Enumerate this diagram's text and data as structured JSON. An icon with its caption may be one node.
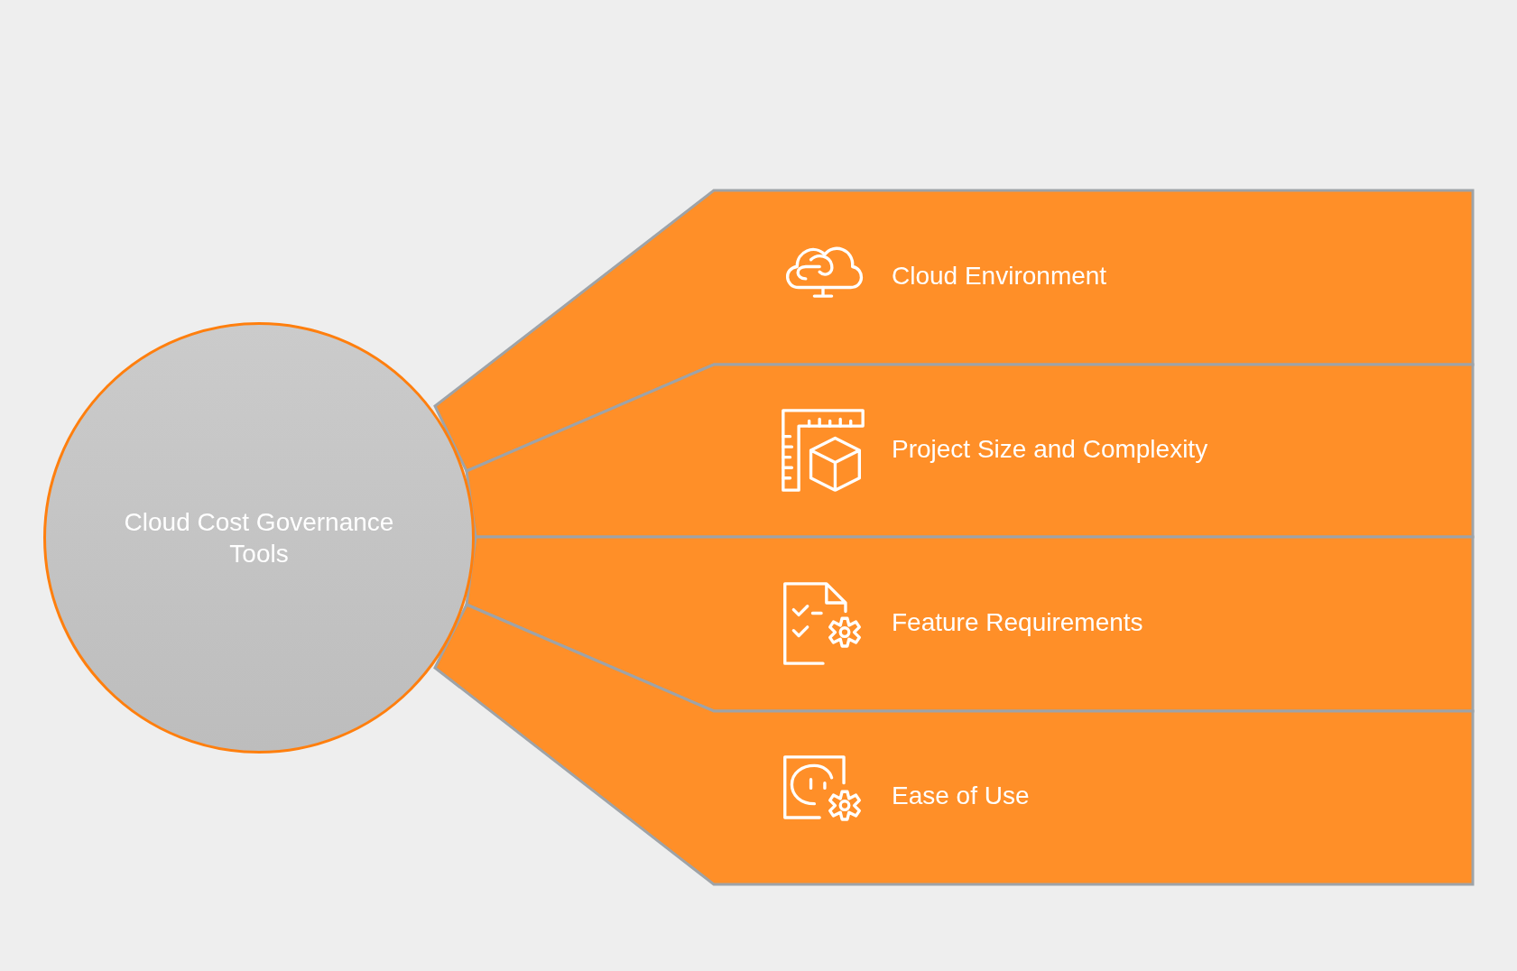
{
  "diagram": {
    "nodes": [
      {
        "text": [
          "Cloud Cost Governance Tools"
        ]
      },
      {
        "text": [
          "Cloud Environment"
        ]
      },
      {
        "text": [
          "Project Size and Complexity"
        ]
      },
      {
        "text": [
          "Feature Requirements"
        ]
      },
      {
        "text": [
          "Ease of Use"
        ]
      }
    ]
  }
}
